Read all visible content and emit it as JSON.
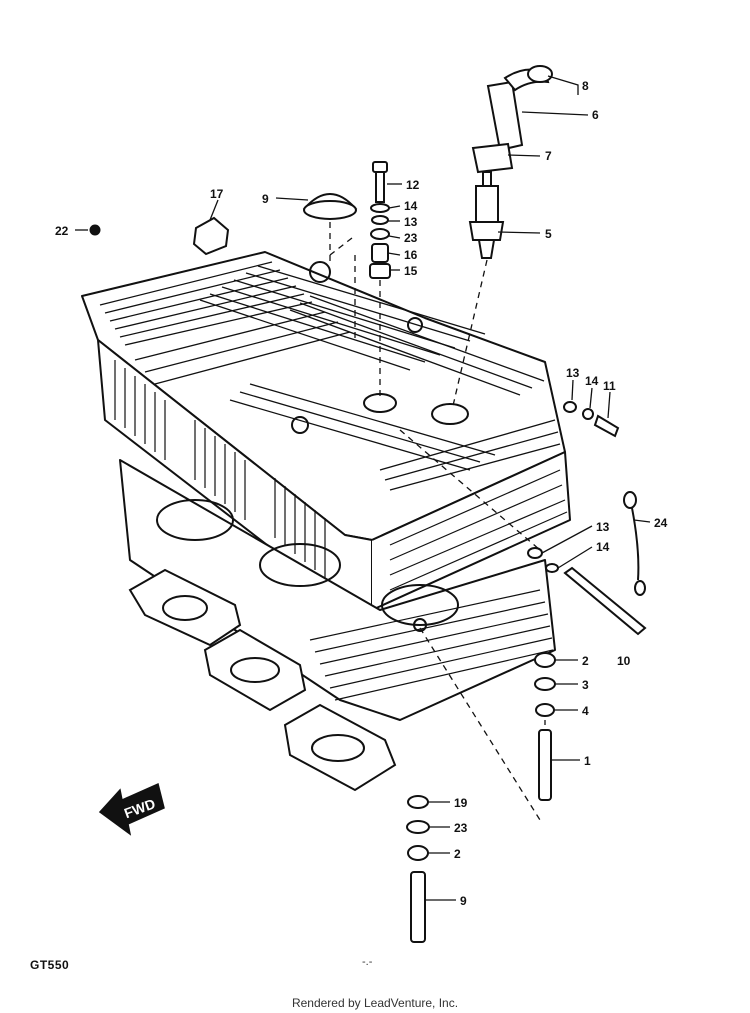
{
  "diagram": {
    "model": "GT550",
    "page_mark": "-.-",
    "direction_label": "FWD",
    "footer": "Rendered by LeadVenture, Inc.",
    "callouts": [
      {
        "id": "c8",
        "label": "8"
      },
      {
        "id": "c6",
        "label": "6"
      },
      {
        "id": "c7",
        "label": "7"
      },
      {
        "id": "c12",
        "label": "12"
      },
      {
        "id": "c14a",
        "label": "14"
      },
      {
        "id": "c13a",
        "label": "13"
      },
      {
        "id": "c23a",
        "label": "23"
      },
      {
        "id": "c16",
        "label": "16"
      },
      {
        "id": "c15",
        "label": "15"
      },
      {
        "id": "c5",
        "label": "5"
      },
      {
        "id": "c9a",
        "label": "9"
      },
      {
        "id": "c17",
        "label": "17"
      },
      {
        "id": "c22",
        "label": "22"
      },
      {
        "id": "c13b",
        "label": "13"
      },
      {
        "id": "c14b",
        "label": "14"
      },
      {
        "id": "c11",
        "label": "11"
      },
      {
        "id": "c13c",
        "label": "13"
      },
      {
        "id": "c14c",
        "label": "14"
      },
      {
        "id": "c24",
        "label": "24"
      },
      {
        "id": "c10",
        "label": "10"
      },
      {
        "id": "c2a",
        "label": "2"
      },
      {
        "id": "c3",
        "label": "3"
      },
      {
        "id": "c4",
        "label": "4"
      },
      {
        "id": "c1",
        "label": "1"
      },
      {
        "id": "c19",
        "label": "19"
      },
      {
        "id": "c23b",
        "label": "23"
      },
      {
        "id": "c2b",
        "label": "2"
      },
      {
        "id": "c9b",
        "label": "9"
      }
    ]
  }
}
